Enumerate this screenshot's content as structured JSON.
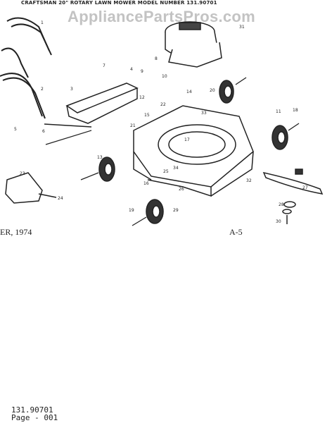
{
  "header": {
    "title": "CRAFTSMAN 20\" ROTARY LAWN MOWER MODEL NUMBER 131.90701",
    "watermark": "AppliancePartsPros.com"
  },
  "notes": {
    "date": "ER, 1974",
    "page_ref": "A-5"
  },
  "footer": {
    "model": "131.90701",
    "page": "Page - 001"
  },
  "callouts": [
    "1",
    "2",
    "3",
    "4",
    "5",
    "6",
    "7",
    "8",
    "9",
    "10",
    "11",
    "12",
    "13",
    "14",
    "15",
    "16",
    "17",
    "18",
    "19",
    "20",
    "21",
    "22",
    "23",
    "24",
    "25",
    "26",
    "27",
    "28",
    "29",
    "30",
    "31",
    "32",
    "33",
    "34"
  ]
}
